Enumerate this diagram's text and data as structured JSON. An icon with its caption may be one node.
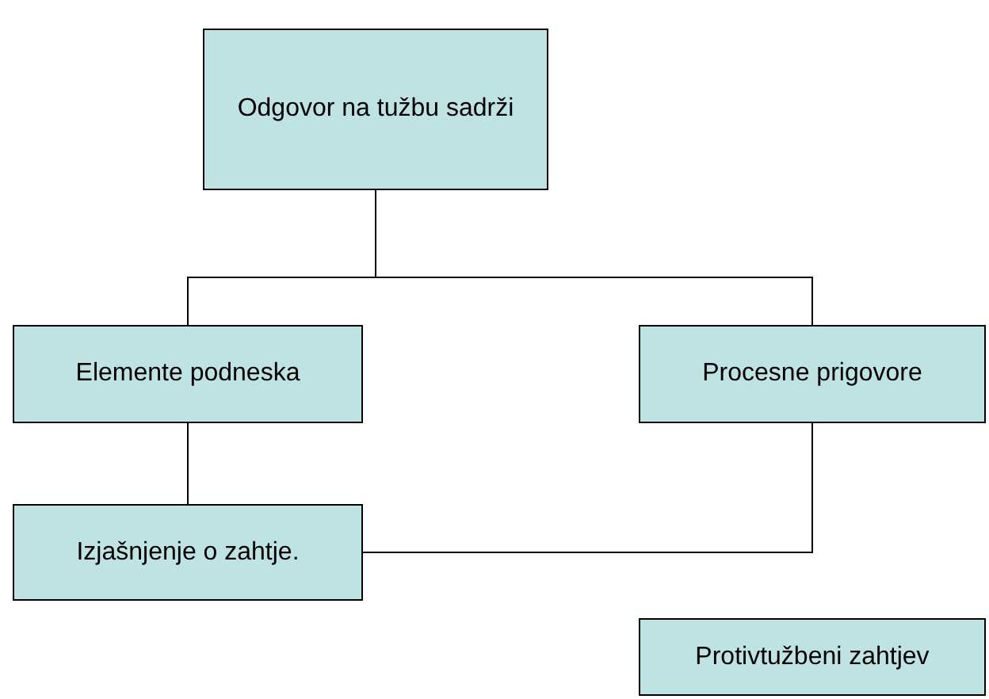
{
  "diagram": {
    "nodes": [
      {
        "text": [
          "Odgovor na tužbu sadrži"
        ]
      },
      {
        "text": [
          "Elemente podneska"
        ]
      },
      {
        "text": [
          "Procesne prigovore"
        ]
      },
      {
        "text": [
          "Izjašnjenje o zahtje."
        ]
      },
      {
        "text": [
          "Protivtužbeni zahtjev"
        ]
      }
    ],
    "edges": [
      {
        "from": 0,
        "to": 1,
        "arrow": "none"
      },
      {
        "from": 0,
        "to": 2,
        "arrow": "none"
      },
      {
        "from": 1,
        "to": 3,
        "arrow": "none"
      },
      {
        "from": 2,
        "to": 3,
        "arrow": "none"
      }
    ]
  }
}
